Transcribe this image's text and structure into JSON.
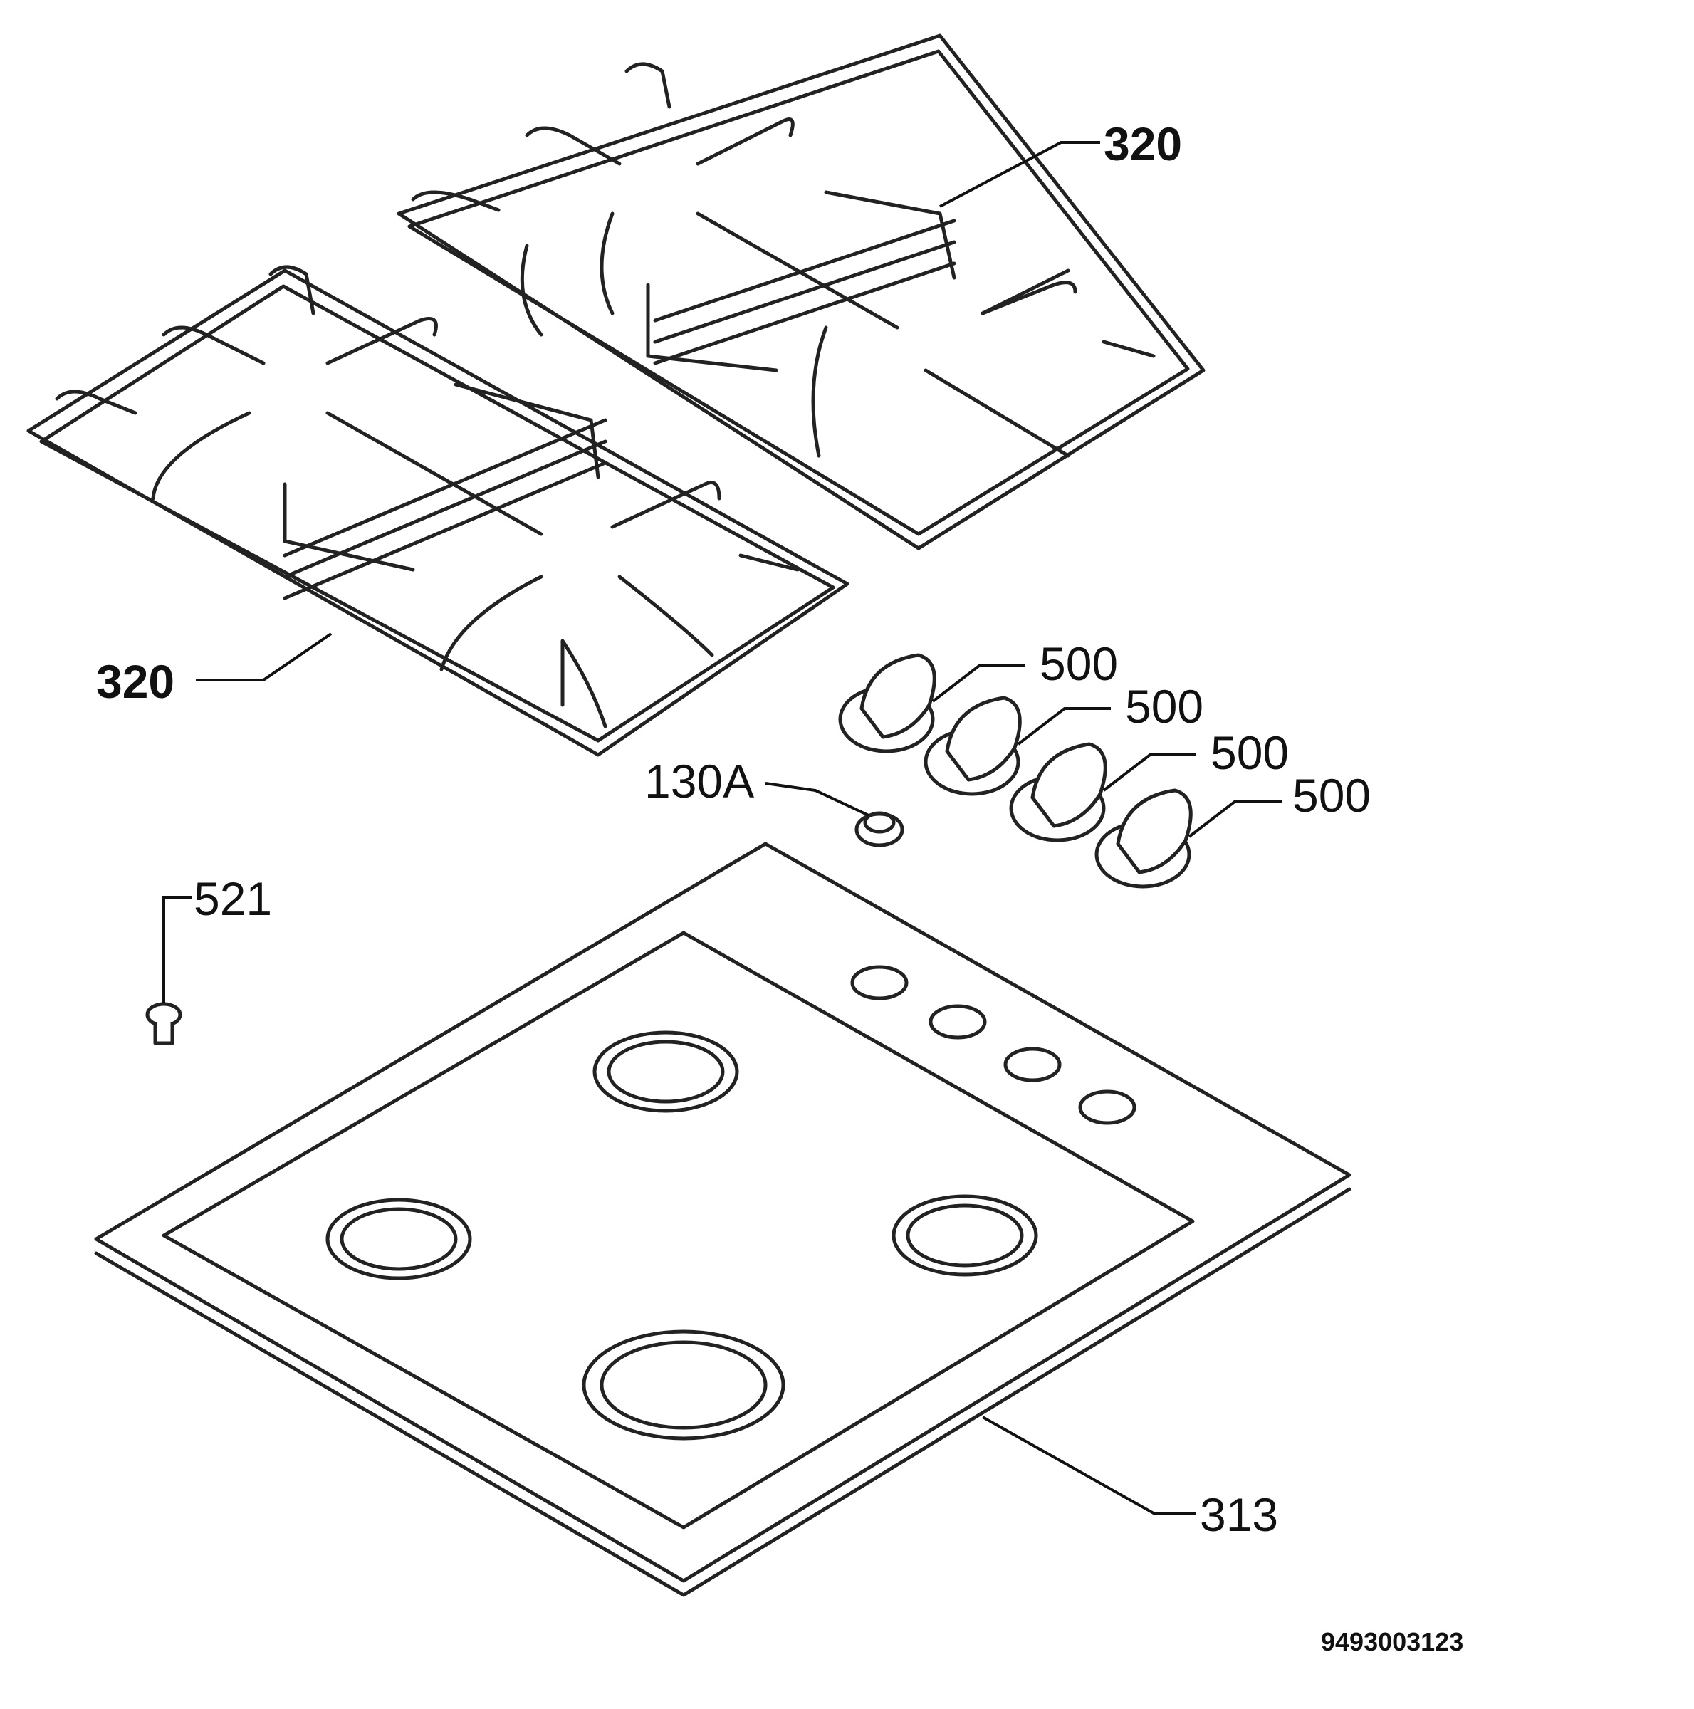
{
  "callouts": {
    "grate_right": "320",
    "grate_left": "320",
    "knob_1": "500",
    "knob_2": "500",
    "knob_3": "500",
    "knob_4": "500",
    "spark_button": "130A",
    "screw": "521",
    "hob_panel": "313"
  },
  "document_code": "9493003123"
}
